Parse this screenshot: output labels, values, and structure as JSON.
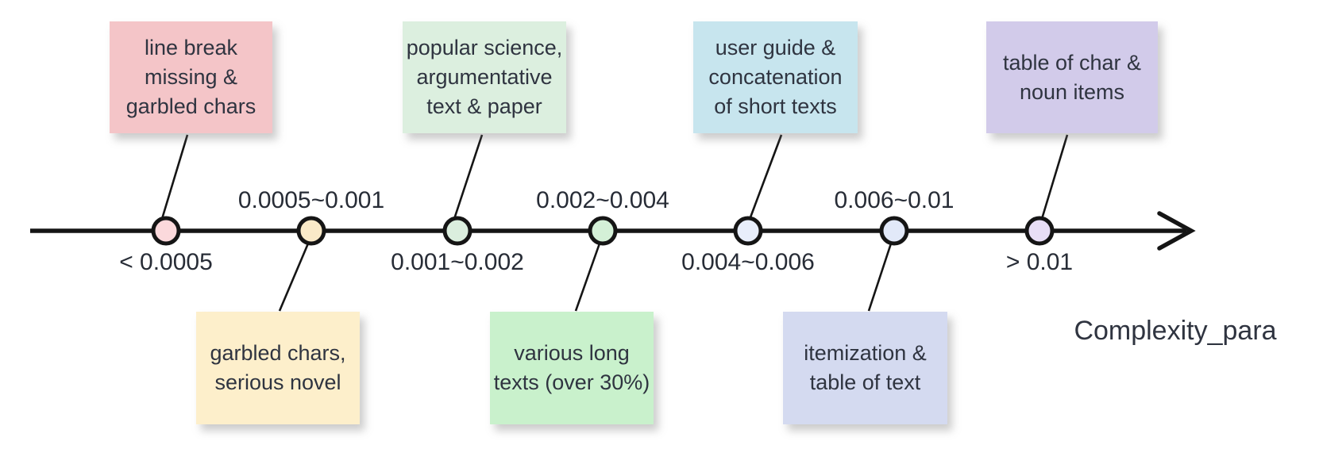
{
  "diagram": {
    "axis_label": "Complexity_para",
    "text_color": "#2f3440",
    "line_color": "#151515"
  },
  "nodes": [
    {
      "range": "< 0.0005",
      "range_side": "below",
      "dot_color": "#fbd9dc",
      "note": {
        "text": "line break\nmissing &\ngarbled chars",
        "color": "#f4c5c8",
        "side": "above"
      }
    },
    {
      "range": "0.0005~0.001",
      "range_side": "above",
      "dot_color": "#faeac8",
      "note": {
        "text": "garbled chars,\nserious novel",
        "color": "#fdefcb",
        "side": "below"
      }
    },
    {
      "range": "0.001~0.002",
      "range_side": "below",
      "dot_color": "#dbeede",
      "note": {
        "text": "popular science,\nargumentative\ntext & paper",
        "color": "#dcefdf",
        "side": "above"
      }
    },
    {
      "range": "0.002~0.004",
      "range_side": "above",
      "dot_color": "#d4f0d7",
      "note": {
        "text": "various long\ntexts (over 30%)",
        "color": "#c9f1cc",
        "side": "below"
      }
    },
    {
      "range": "0.004~0.006",
      "range_side": "below",
      "dot_color": "#e8eefb",
      "note": {
        "text": "user guide &\nconcatenation\nof short texts",
        "color": "#c7e5ee",
        "side": "above"
      }
    },
    {
      "range": "0.006~0.01",
      "range_side": "above",
      "dot_color": "#e2e9f9",
      "note": {
        "text": "itemization &\ntable of text",
        "color": "#d4daf0",
        "side": "below"
      }
    },
    {
      "range": "> 0.01",
      "range_side": "below",
      "dot_color": "#e8def6",
      "note": {
        "text": "table of char &\nnoun items",
        "color": "#d2cbea",
        "side": "above"
      }
    }
  ]
}
